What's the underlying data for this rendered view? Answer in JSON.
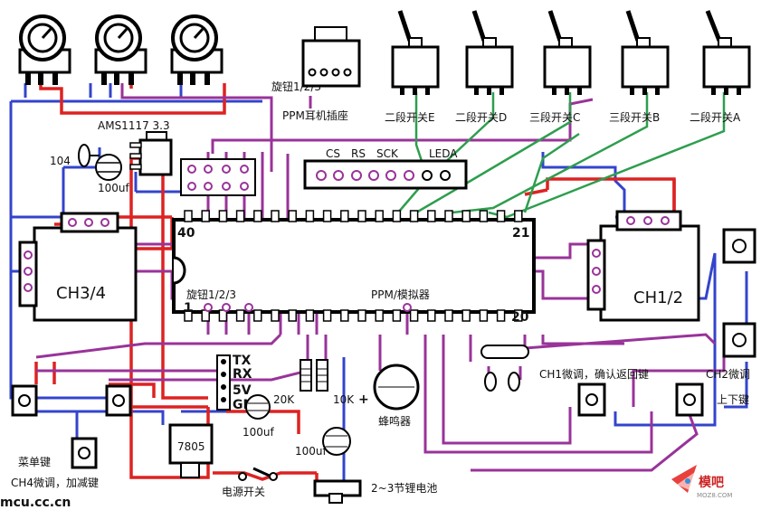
{
  "labels": {
    "knob_label": "旋钮1/2/3",
    "ams_label": "AMS1117 3.3",
    "cap_104": "104",
    "cap_100uf_a": "100uf",
    "ppm_socket": "PPM耳机插座",
    "sw_e": "二段开关E",
    "sw_d": "二段开关D",
    "sw_c": "三段开关C",
    "sw_b": "三段开关B",
    "sw_a": "二段开关A",
    "lcd_pins": [
      "LEDA",
      "SCK",
      "RS",
      "CS"
    ],
    "mcu_left_top": "40",
    "mcu_right_top": "21",
    "mcu_left_bot": "1",
    "mcu_right_bot": "20",
    "mcu_knob": "旋钮1/2/3",
    "mcu_name": "PPM/模拟器",
    "ch34": "CH3/4",
    "ch12": "CH1/2",
    "tx": "TX",
    "rx": "RX",
    "v5": "5V",
    "gnd": "GND",
    "r20k": "20K",
    "r10k": "10K",
    "plus": "+",
    "cap_100uf_b": "100uf",
    "cap_100uf_c": "100uf",
    "buzzer": "蜂鸣器",
    "reg7805": "7805",
    "menu_key": "菜单键",
    "ch4_trim": "CH4微调，加减键",
    "power_sw": "电源开关",
    "battery": "2~3节锂电池",
    "ch1_trim": "CH1微调，确认返回键",
    "ch2_trim": "CH2微调",
    "up_down": "上下键",
    "wm_logo": "模吧",
    "wm_site": "MOZ8.COM",
    "corner_text": "mcu.cc.cn"
  }
}
